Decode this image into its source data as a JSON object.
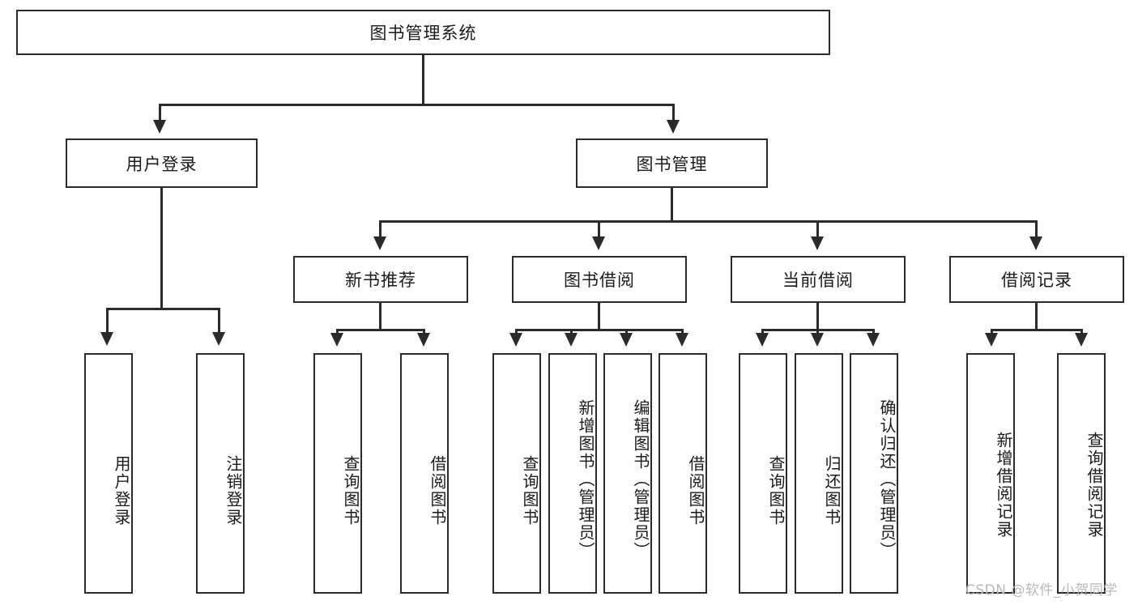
{
  "diagram": {
    "title": "图书管理系统",
    "type": "hierarchy-tree",
    "root": {
      "label": "图书管理系统"
    },
    "level2": [
      {
        "label": "用户登录"
      },
      {
        "label": "图书管理"
      }
    ],
    "level3": [
      {
        "label": "新书推荐"
      },
      {
        "label": "图书借阅"
      },
      {
        "label": "当前借阅"
      },
      {
        "label": "借阅记录"
      }
    ],
    "leaves": [
      {
        "label": "用户登录",
        "parent": "用户登录"
      },
      {
        "label": "注销登录",
        "parent": "用户登录"
      },
      {
        "label": "查询图书",
        "parent": "新书推荐"
      },
      {
        "label": "借阅图书",
        "parent": "新书推荐"
      },
      {
        "label": "查询图书",
        "parent": "图书借阅"
      },
      {
        "label": "新增图书（管理员）",
        "parent": "图书借阅"
      },
      {
        "label": "编辑图书（管理员）",
        "parent": "图书借阅"
      },
      {
        "label": "借阅图书",
        "parent": "图书借阅"
      },
      {
        "label": "查询图书",
        "parent": "当前借阅"
      },
      {
        "label": "归还图书",
        "parent": "当前借阅"
      },
      {
        "label": "确认归还（管理员）",
        "parent": "当前借阅"
      },
      {
        "label": "新增借阅记录",
        "parent": "借阅记录"
      },
      {
        "label": "查询借阅记录",
        "parent": "借阅记录"
      }
    ]
  },
  "watermark": {
    "text": "CSDN @软件_小贺同学"
  },
  "colors": {
    "stroke": "#2b2b2b",
    "background": "#ffffff",
    "text": "#1a1a1a",
    "watermark": "#b9b9b9"
  }
}
